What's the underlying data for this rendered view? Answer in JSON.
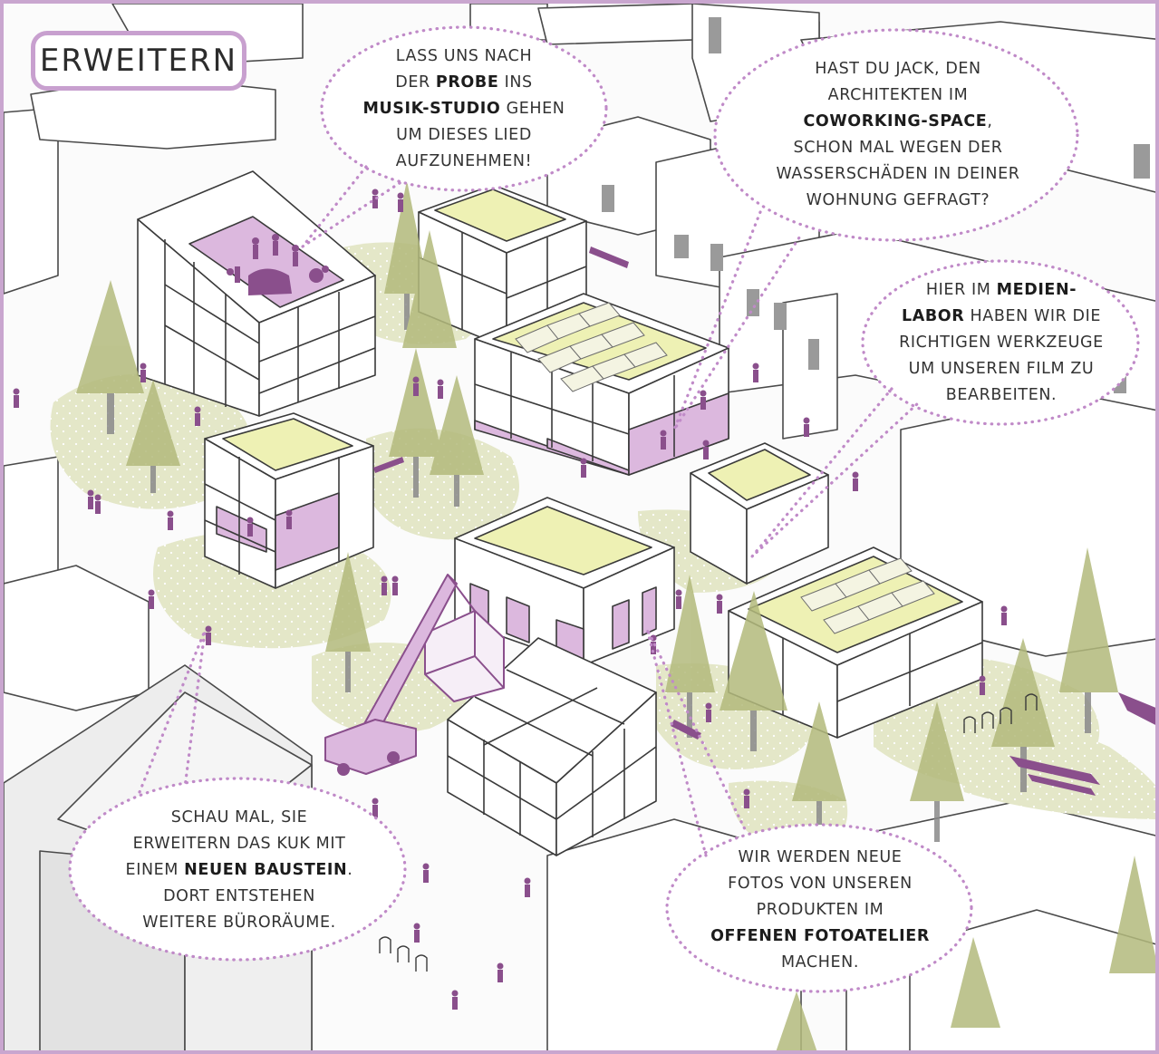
{
  "title": "ERWEITERN",
  "colors": {
    "frame": "#c9a6cf",
    "bubble_outline": "#c08ac8",
    "accent_purple": "#8a4f8c",
    "roof_green": "#eef1b4",
    "tree_green": "#b3ba7c",
    "ground_green": "#e6e8cc",
    "purple_fill": "#dcb8de",
    "line": "#3a3a3a"
  },
  "bubbles": [
    {
      "id": "studio",
      "lines": [
        [
          {
            "t": "LASS UNS NACH"
          }
        ],
        [
          {
            "t": "DER "
          },
          {
            "t": "PROBE",
            "b": true
          },
          {
            "t": " INS"
          }
        ],
        [
          {
            "t": "MUSIK-STUDIO",
            "b": true
          },
          {
            "t": " GEHEN"
          }
        ],
        [
          {
            "t": "UM DIESES LIED"
          }
        ],
        [
          {
            "t": "AUFZUNEHMEN!"
          }
        ]
      ]
    },
    {
      "id": "coworking",
      "lines": [
        [
          {
            "t": "HAST DU JACK, DEN"
          }
        ],
        [
          {
            "t": "ARCHITEKTEN IM"
          }
        ],
        [
          {
            "t": "COWORKING-SPACE",
            "b": true
          },
          {
            "t": ","
          }
        ],
        [
          {
            "t": "SCHON MAL WEGEN DER"
          }
        ],
        [
          {
            "t": "WASSERSCHÄDEN IN DEINER"
          }
        ],
        [
          {
            "t": "WOHNUNG GEFRAGT?"
          }
        ]
      ]
    },
    {
      "id": "medienlabor",
      "lines": [
        [
          {
            "t": "HIER IM "
          },
          {
            "t": "MEDIEN-",
            "b": true
          }
        ],
        [
          {
            "t": "LABOR",
            "b": true
          },
          {
            "t": " HABEN WIR DIE"
          }
        ],
        [
          {
            "t": "RICHTIGEN WERKZEUGE"
          }
        ],
        [
          {
            "t": "UM UNSEREN FILM ZU"
          }
        ],
        [
          {
            "t": "BEARBEITEN."
          }
        ]
      ]
    },
    {
      "id": "baustein",
      "lines": [
        [
          {
            "t": "SCHAU MAL, SIE"
          }
        ],
        [
          {
            "t": "ERWEITERN DAS KUK MIT"
          }
        ],
        [
          {
            "t": "EINEM "
          },
          {
            "t": "NEUEN BAUSTEIN",
            "b": true
          },
          {
            "t": "."
          }
        ],
        [
          {
            "t": "DORT ENTSTEHEN"
          }
        ],
        [
          {
            "t": "WEITERE BÜRORÄUME."
          }
        ]
      ]
    },
    {
      "id": "fotoatelier",
      "lines": [
        [
          {
            "t": "WIR WERDEN NEUE"
          }
        ],
        [
          {
            "t": "FOTOS VON UNSEREN"
          }
        ],
        [
          {
            "t": "PRODUKTEN IM"
          }
        ],
        [
          {
            "t": "OFFENEN FOTOATELIER",
            "b": true
          }
        ],
        [
          {
            "t": "MACHEN."
          }
        ]
      ]
    }
  ]
}
